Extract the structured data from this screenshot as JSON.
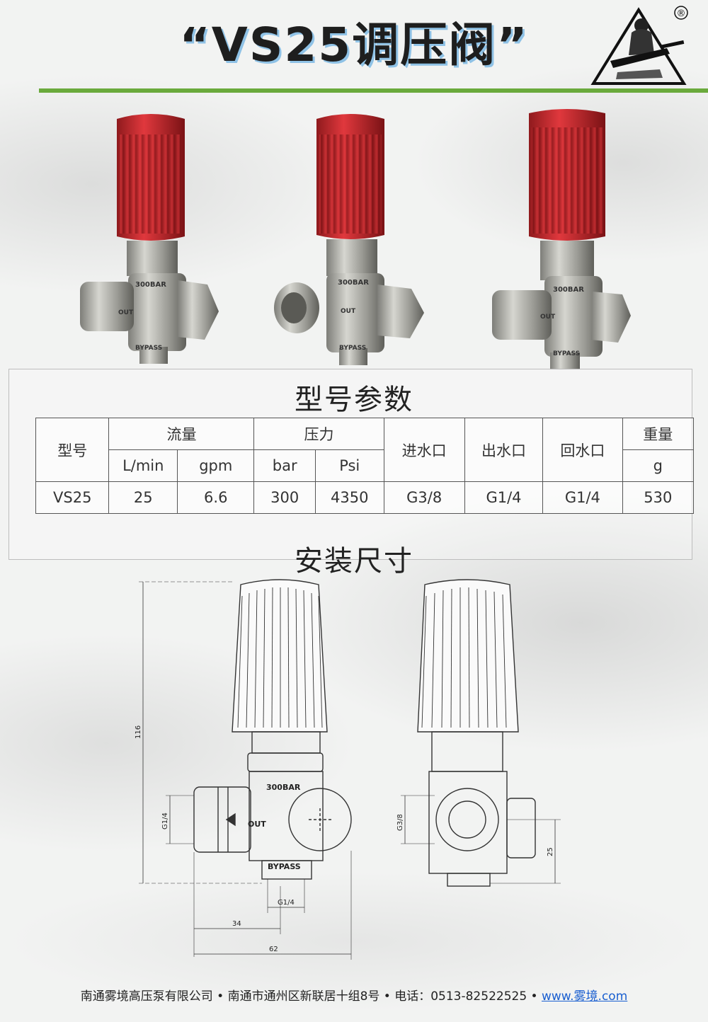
{
  "header": {
    "title": "“VS25调压阀”",
    "registered_mark": "®"
  },
  "colors": {
    "accent_green": "#6aaa3c",
    "cap_red": "#c8262b",
    "title_shadow_blue": "#8fc2e6"
  },
  "photo_labels": {
    "pressure": "300BAR",
    "outlet": "OUT",
    "bypass": "BYPASS"
  },
  "specs": {
    "title": "型号参数",
    "headers": {
      "model": "型号",
      "flow": "流量",
      "pressure": "压力",
      "inlet": "进水口",
      "outlet": "出水口",
      "return": "回水口",
      "weight": "重量"
    },
    "units": {
      "flow_lmin": "L/min",
      "flow_gpm": "gpm",
      "pressure_bar": "bar",
      "pressure_psi": "Psi",
      "weight": "g"
    },
    "row": {
      "model": "VS25",
      "flow_lmin": "25",
      "flow_gpm": "6.6",
      "pressure_bar": "300",
      "pressure_psi": "4350",
      "inlet": "G3/8",
      "outlet": "G1/4",
      "return": "G1/4",
      "weight": "530"
    }
  },
  "install": {
    "title": "安装尺寸",
    "dims": {
      "height": "116",
      "side_port": "G1/4",
      "bottom_port": "G1/4",
      "offset": "34",
      "width": "62",
      "inlet_port": "G3/8",
      "inlet_height": "25"
    },
    "labels": {
      "pressure": "300BAR",
      "outlet": "OUT",
      "bypass": "BYPASS"
    }
  },
  "footer": {
    "text": "南通雾境高压泵有限公司 • 南通市通州区新联居十组8号 • 电话：0513-82522525 • ",
    "link": "www.雾境.com"
  }
}
